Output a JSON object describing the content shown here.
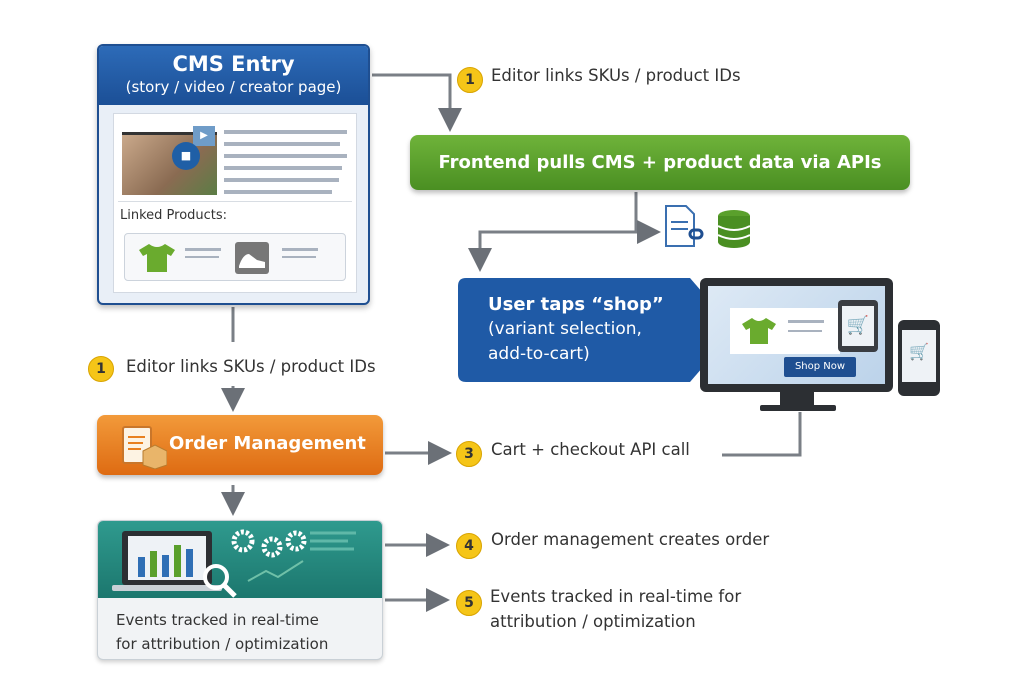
{
  "cms": {
    "title": "CMS Entry",
    "subtitle": "(story / video / creator page)",
    "linked_label": "Linked Products:"
  },
  "frontend": {
    "label": "Frontend pulls CMS + product data via APIs"
  },
  "shop": {
    "title": "User taps “shop”",
    "line2": "(variant selection,",
    "line3": "add-to-cart)",
    "button": "Shop Now"
  },
  "order": {
    "label": "Order Management"
  },
  "events": {
    "line1": "Events tracked in real-time",
    "line2": "for attribution / optimization"
  },
  "steps": [
    {
      "num": "1",
      "text": "Editor links SKUs / product IDs"
    },
    {
      "num": "1",
      "text": "Editor links SKUs / product IDs"
    },
    {
      "num": "3",
      "text": "Cart + checkout API call"
    },
    {
      "num": "4",
      "text": "Order management creates order"
    },
    {
      "num": "5",
      "line1": "Events tracked in real-time for",
      "line2": "attribution / optimization"
    }
  ],
  "colors": {
    "blue": "#1f4f91",
    "green": "#5aa02c",
    "orange": "#e8801f",
    "teal": "#23867b",
    "badge": "#f5c518",
    "arrow": "#6b7077",
    "cart": "#e8452c"
  }
}
